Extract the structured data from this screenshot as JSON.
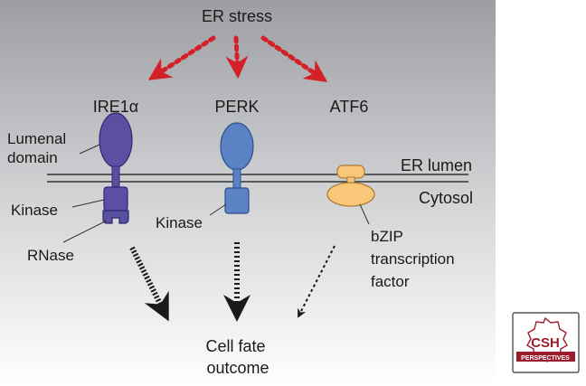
{
  "title": "ER stress",
  "outcome": [
    "Cell fate",
    "outcome"
  ],
  "membrane": {
    "top_label": "ER lumen",
    "bottom_label": "Cytosol"
  },
  "sensors": [
    {
      "id": "ire1",
      "name": "IRE1α",
      "color": "#5a4fa2"
    },
    {
      "id": "perk",
      "name": "PERK",
      "color": "#5b82c4"
    },
    {
      "id": "atf6",
      "name": "ATF6",
      "color": "#f9c77a"
    }
  ],
  "annotations": {
    "lumenal_domain": [
      "Lumenal",
      "domain"
    ],
    "kinase_ire1": "Kinase",
    "rnase": "RNase",
    "kinase_perk": "Kinase",
    "bzip": [
      "bZIP",
      "transcription",
      "factor"
    ]
  },
  "colors": {
    "stress_arrow": "#d42027",
    "background_top": "#9c9ea2",
    "background_bottom": "#ffffff"
  },
  "logo": {
    "top_text": "CSH",
    "bottom_text": "PERSPECTIVES",
    "color": "#9b1c2c"
  }
}
